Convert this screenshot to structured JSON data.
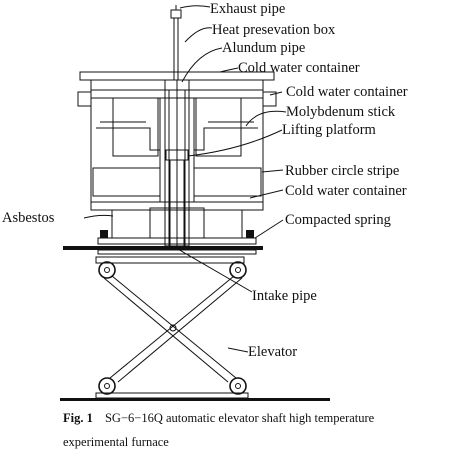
{
  "labels": {
    "exhaust_pipe": "Exhaust pipe",
    "heat_box": "Heat presevation box",
    "alundum_pipe": "Alundum pipe",
    "cold_water_1": "Cold water container",
    "cold_water_2": "Cold water container",
    "molybdenum": "Molybdenum stick",
    "lifting_platform": "Lifting platform",
    "rubber_stripe": "Rubber circle stripe",
    "cold_water_3": "Cold water container",
    "asbestos": "Asbestos",
    "spring": "Compacted spring",
    "intake_pipe": "Intake pipe",
    "elevator": "Elevator"
  },
  "caption": {
    "fig": "Fig. 1",
    "line1": "SG−6−16Q automatic elevator shaft high temperature",
    "line2": "experimental furnace"
  }
}
